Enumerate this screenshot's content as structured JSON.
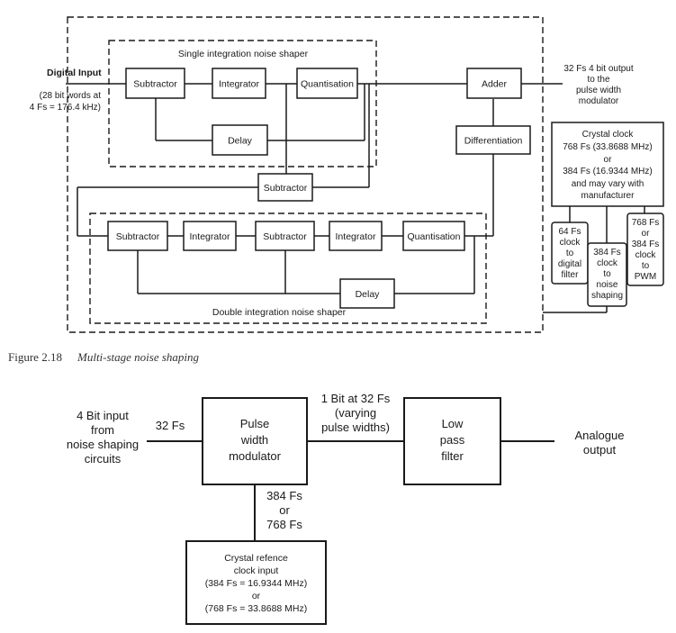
{
  "figure1": {
    "digital_input": "Digital Input",
    "input_spec": [
      "(28 bit words at",
      "4 Fs = 176.4 kHz)"
    ],
    "single_label": "Single integration noise shaper",
    "double_label": "Double integration noise shaper",
    "blocks": {
      "sub1": "Subtractor",
      "int1": "Integrator",
      "quant1": "Quantisation",
      "delay1": "Delay",
      "adder": "Adder",
      "diff": "Differentiation",
      "sub_mid": "Subtractor",
      "sub2": "Subtractor",
      "int2": "Integrator",
      "sub3": "Subtractor",
      "int3": "Integrator",
      "quant2": "Quantisation",
      "delay2": "Delay"
    },
    "output_spec": [
      "32 Fs 4 bit output",
      "to the",
      "pulse width",
      "modulator"
    ],
    "crystal": [
      "Crystal clock",
      "768 Fs (33.8688 MHz)",
      "or",
      "384 Fs (16.9344 MHz)",
      "and may vary with",
      "manufacturer"
    ],
    "clock_a": [
      "64 Fs",
      "clock",
      "to",
      "digital",
      "filter"
    ],
    "clock_b": [
      "384 Fs",
      "clock",
      "to",
      "noise",
      "shaping"
    ],
    "clock_c": [
      "768 Fs",
      "or",
      "384 Fs",
      "clock",
      "to",
      "PWM"
    ],
    "caption_num": "Figure 2.18",
    "caption_title": "Multi-stage noise shaping"
  },
  "figure2": {
    "input": [
      "4 Bit input",
      "from",
      "noise shaping",
      "circuits"
    ],
    "rate_in": "32 Fs",
    "pwm": [
      "Pulse",
      "width",
      "modulator"
    ],
    "mid": [
      "1 Bit at 32 Fs",
      "(varying",
      "pulse widths)"
    ],
    "lpf": [
      "Low",
      "pass",
      "filter"
    ],
    "output": [
      "Analogue",
      "output"
    ],
    "clock_rate": [
      "384 Fs",
      "or",
      "768 Fs"
    ],
    "ref": [
      "Crystal refence",
      "clock input",
      "(384 Fs = 16.9344 MHz)",
      "or",
      "(768 Fs = 33.8688 MHz)"
    ]
  }
}
